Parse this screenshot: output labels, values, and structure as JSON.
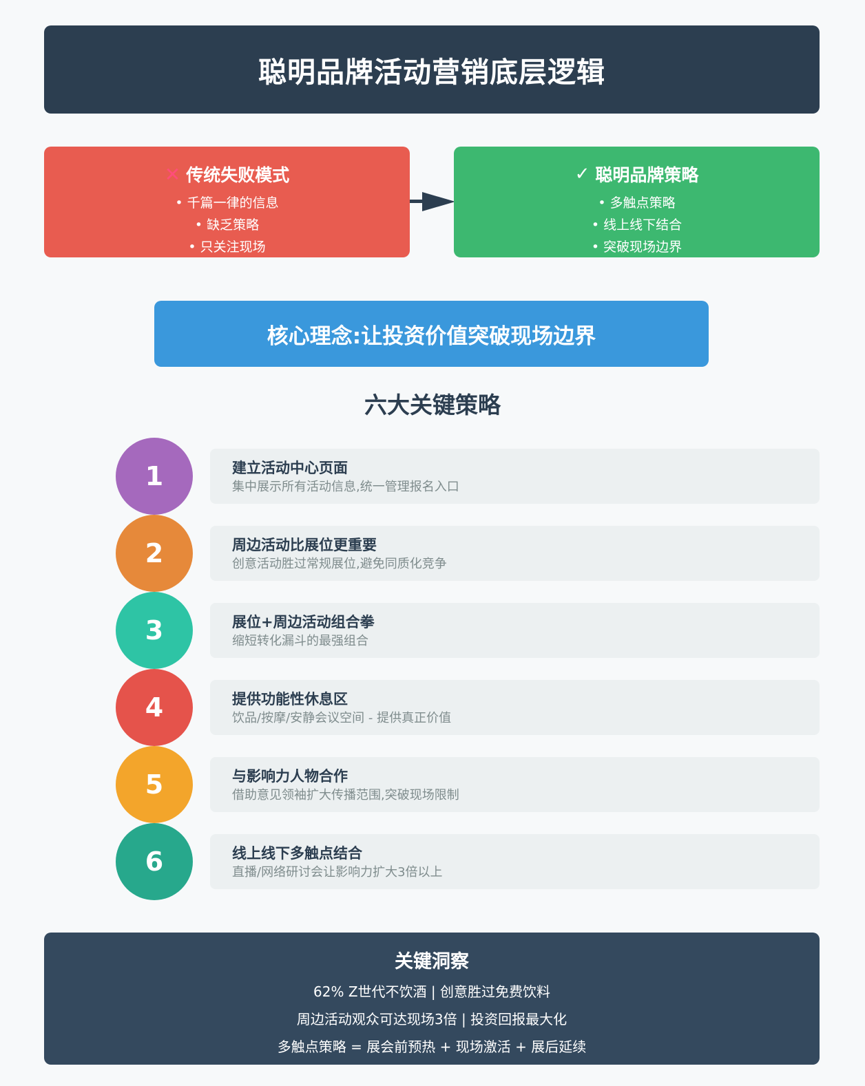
{
  "title": "聪明品牌活动营销底层逻辑",
  "fail_box": {
    "icon": "cross-icon",
    "heading": "传统失败模式",
    "items": [
      "千篇一律的信息",
      "缺乏策略",
      "只关注现场"
    ],
    "color": "#e85c50"
  },
  "ok_box": {
    "icon": "check-icon",
    "heading": "聪明品牌策略",
    "items": [
      "多触点策略",
      "线上线下结合",
      "突破现场边界"
    ],
    "color": "#3db870"
  },
  "core": "核心理念:让投资价值突破现场边界",
  "section_title": "六大关键策略",
  "strategies": [
    {
      "num": "1",
      "title": "建立活动中心页面",
      "desc": "集中展示所有活动信息,统一管理报名入口",
      "color": "#a569bd"
    },
    {
      "num": "2",
      "title": "周边活动比展位更重要",
      "desc": "创意活动胜过常规展位,避免同质化竞争",
      "color": "#e6893a"
    },
    {
      "num": "3",
      "title": "展位+周边活动组合拳",
      "desc": "缩短转化漏斗的最强组合",
      "color": "#2ec4a5"
    },
    {
      "num": "4",
      "title": "提供功能性休息区",
      "desc": "饮品/按摩/安静会议空间 - 提供真正价值",
      "color": "#e5534b"
    },
    {
      "num": "5",
      "title": "与影响力人物合作",
      "desc": "借助意见领袖扩大传播范围,突破现场限制",
      "color": "#f3a52b"
    },
    {
      "num": "6",
      "title": "线上线下多触点结合",
      "desc": "直播/网络研讨会让影响力扩大3倍以上",
      "color": "#27a88c"
    }
  ],
  "insight": {
    "heading": "关键洞察",
    "lines": [
      "62% Z世代不饮酒 | 创意胜过免费饮料",
      "周边活动观众可达现场3倍 | 投资回报最大化",
      "多触点策略 = 展会前预热 + 现场激活 + 展后延续"
    ]
  }
}
